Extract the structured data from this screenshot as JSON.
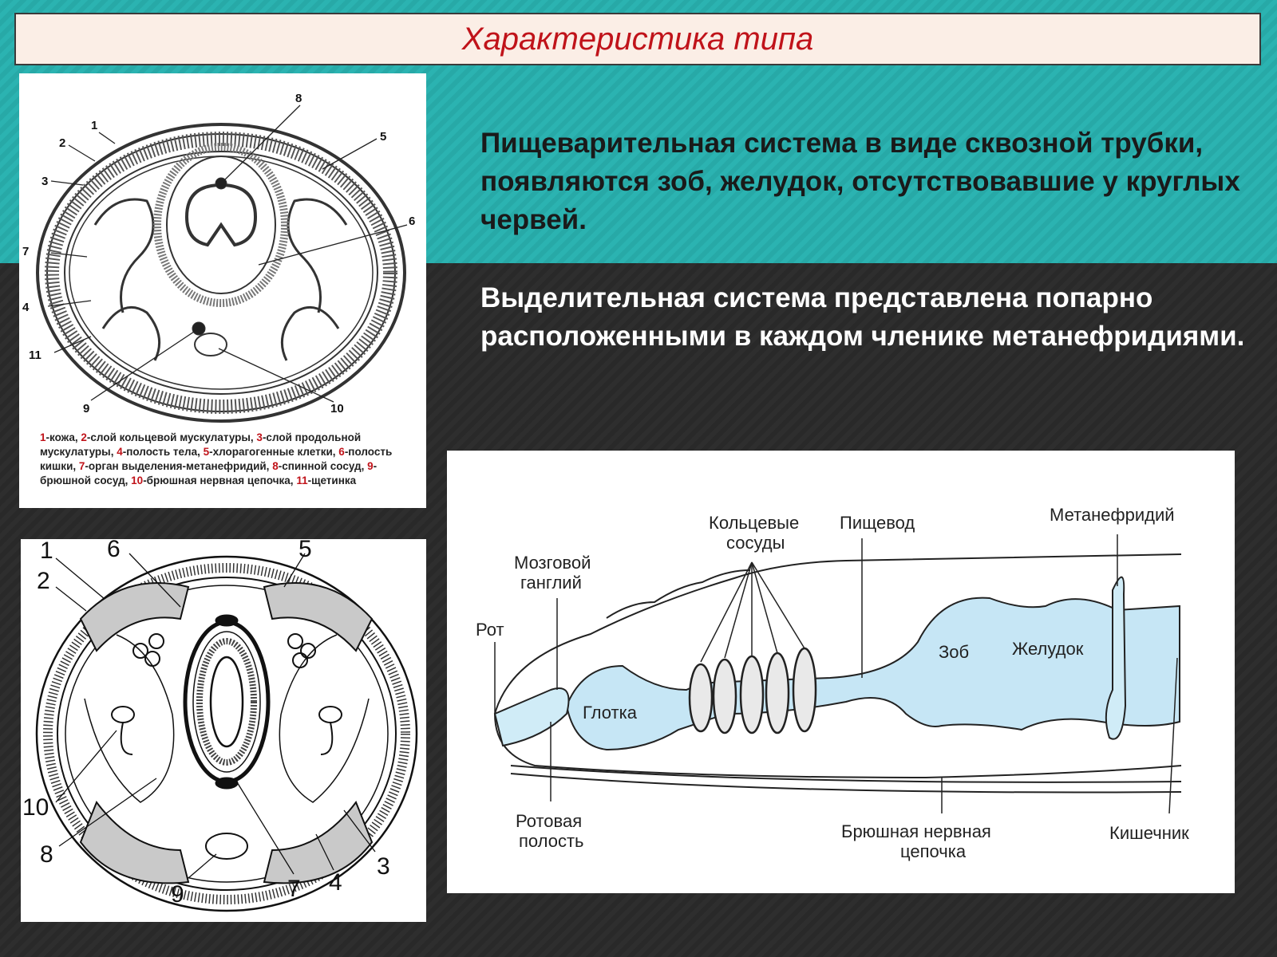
{
  "title": "Характеристика типа",
  "text_digestive": "Пищеварительная система в виде сквозной трубки, появляются зоб, желудок, отсутствовавшие у круглых червей.",
  "text_excretory": "Выделительная система представлена попарно расположенными в каждом членике метанефридиями.",
  "fig1": {
    "numbers": [
      "1",
      "2",
      "3",
      "4",
      "5",
      "6",
      "7",
      "8",
      "9",
      "10",
      "11"
    ],
    "legend": [
      {
        "n": "1",
        "t": "-кожа, "
      },
      {
        "n": "2",
        "t": "-слой кольцевой мускулатуры, "
      },
      {
        "n": "3",
        "t": "-слой продольной мускулатуры, "
      },
      {
        "n": "4",
        "t": "-полость тела, "
      },
      {
        "n": "5",
        "t": "-хлорагогенные клетки, "
      },
      {
        "n": "6",
        "t": "-полость кишки, "
      },
      {
        "n": "7",
        "t": "-орган выделения-метанефридий, "
      },
      {
        "n": "8",
        "t": "-спинной сосуд, "
      },
      {
        "n": "9",
        "t": "-брюшной сосуд, "
      },
      {
        "n": "10",
        "t": "-брюшная нервная цепочка, "
      },
      {
        "n": "11",
        "t": "-щетинка"
      }
    ]
  },
  "fig2": {
    "numbers": [
      "1",
      "2",
      "3",
      "4",
      "5",
      "6",
      "7",
      "8",
      "9",
      "10"
    ]
  },
  "fig3": {
    "labels": {
      "rot": "Рот",
      "ganglion_1": "Мозговой",
      "ganglion_2": "ганглий",
      "vessels_1": "Кольцевые",
      "vessels_2": "сосуды",
      "esophagus": "Пищевод",
      "metanephridium": "Метанефридий",
      "crop": "Зоб",
      "stomach": "Желудок",
      "pharynx": "Глотка",
      "oral_1": "Ротовая",
      "oral_2": "полость",
      "nerve_1": "Брюшная нервная",
      "nerve_2": "цепочка",
      "intestine": "Кишечник"
    }
  }
}
